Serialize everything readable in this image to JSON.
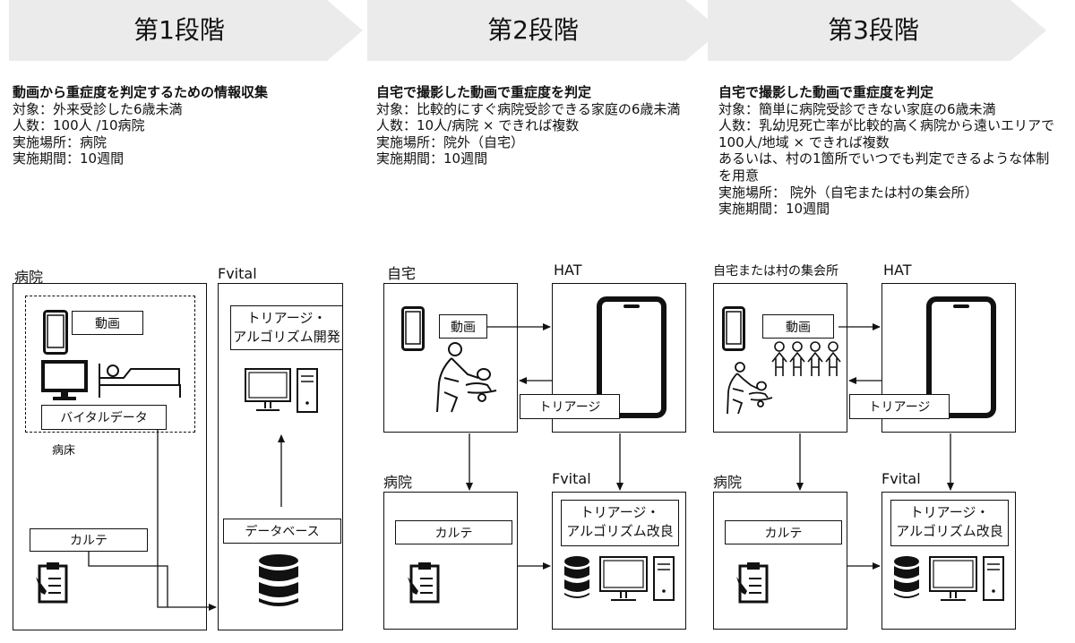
{
  "stages": [
    {
      "title": "第1段階",
      "lead": "動画から重症度を判定するための情報収集",
      "body": "対象：外来受診した6歳未満\n人数：100人 /10病院\n実施場所：病院\n実施期間：10週間"
    },
    {
      "title": "第2段階",
      "lead": "自宅で撮影した動画で重症度を判定",
      "body": "対象：比較的にすぐ病院受診できる家庭の6歳未満\n人数：10人/病院 × できれば複数\n実施場所：院外（自宅）\n実施期間：10週間"
    },
    {
      "title": "第3段階",
      "lead": "自宅で撮影した動画で重症度を判定",
      "body": "対象：簡単に病院受診できない家庭の6歳未満\n人数：乳幼児死亡率が比較的高く病院から遠いエリアで100人/地域 × できれば複数\nあるいは、村の1箇所でいつでも判定できるような体制を用意\n実施場所： 院外（自宅または村の集会所）\n実施期間：10週間"
    }
  ],
  "diagram1": {
    "hospital_label": "病院",
    "fvital_label": "Fvital",
    "video_tag": "動画",
    "vital_tag": "バイタルデータ",
    "bed_label": "病床",
    "chart_tag": "カルテ",
    "algo_dev": "トリアージ・\nアルゴリズム開発",
    "database_tag": "データベース"
  },
  "diagram2": {
    "home_label": "自宅",
    "hat_label": "HAT",
    "video_tag": "動画",
    "triage_tag": "トリアージ",
    "hospital_label": "病院",
    "fvital_label": "Fvital",
    "chart_tag": "カルテ",
    "algo_improve": "トリアージ・\nアルゴリズム改良"
  },
  "diagram3": {
    "home_label": "自宅または村の集会所",
    "hat_label": "HAT",
    "video_tag": "動画",
    "triage_tag": "トリアージ",
    "hospital_label": "病院",
    "fvital_label": "Fvital",
    "chart_tag": "カルテ",
    "algo_improve": "トリアージ・\nアルゴリズム改良"
  },
  "icons": {
    "smartphone": "smartphone-icon",
    "monitor": "monitor-icon",
    "bed": "bed-icon",
    "computer": "computer-icon",
    "database": "database-icon",
    "clipboard": "clipboard-icon",
    "tablet": "tablet-icon",
    "caregiver": "caregiver-baby-icon",
    "children": "children-group-icon"
  },
  "colors": {
    "chevron": "#ebebeb",
    "ink": "#111111"
  }
}
